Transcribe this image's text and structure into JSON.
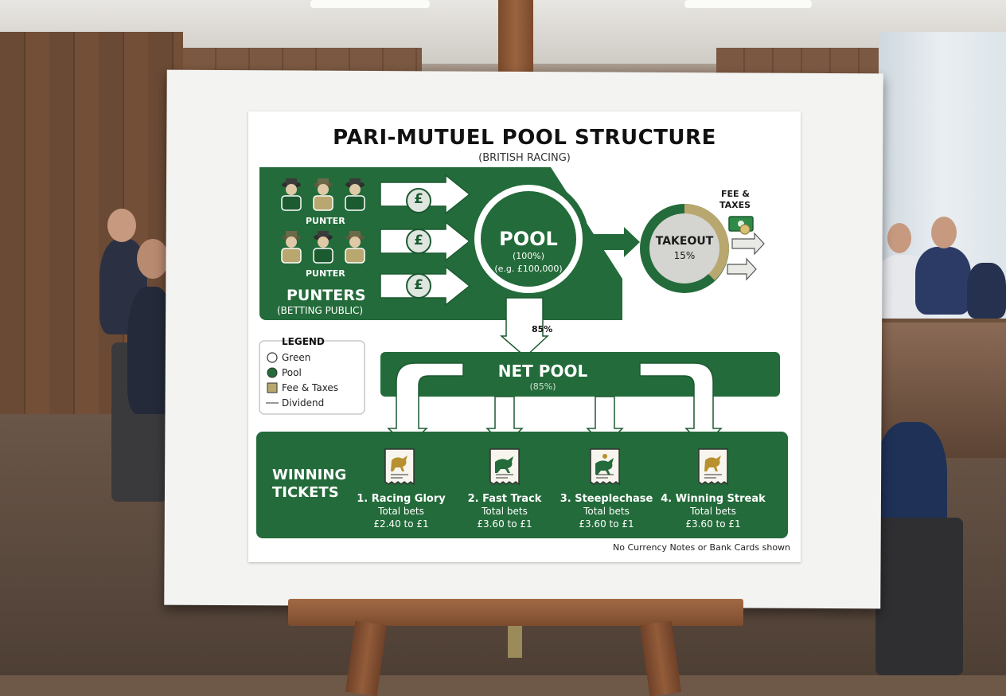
{
  "poster": {
    "title": "PARI-MUTUEL POOL STRUCTURE",
    "subtitle": "(BRITISH RACING)",
    "punters": {
      "label_top": "PUNTER",
      "label_bottom": "PUNTER",
      "heading": "PUNTERS",
      "subheading": "(BETTING PUBLIC)",
      "currency_symbol": "£"
    },
    "pool": {
      "label": "POOL",
      "percent": "(100%)",
      "example": "(e.g. £100,000)"
    },
    "takeout": {
      "label": "TAKEOUT",
      "percent": "15%",
      "fee_label_line1": "FEE &",
      "fee_label_line2": "TAXES"
    },
    "flow_percent": "85%",
    "net_pool": {
      "label": "NET POOL",
      "percent": "(85%)"
    },
    "legend": {
      "title": "LEGEND",
      "items": [
        "Green",
        "Pool",
        "Fee & Taxes",
        "Dividend"
      ]
    },
    "winning": {
      "heading_line1": "WINNING",
      "heading_line2": "TICKETS",
      "tickets": [
        {
          "name": "1. Racing Glory",
          "line1": "Total bets",
          "line2": "£2.40 to £1"
        },
        {
          "name": "2. Fast Track",
          "line1": "Total bets",
          "line2": "£3.60 to £1"
        },
        {
          "name": "3. Steeplechase",
          "line1": "Total bets",
          "line2": "£3.60 to £1"
        },
        {
          "name": "4. Winning Streak",
          "line1": "Total bets",
          "line2": "£3.60 to £1"
        }
      ]
    },
    "footnote": "No Currency Notes or Bank Cards shown"
  },
  "colors": {
    "green": "#236b3a",
    "dark_green": "#1c5a30",
    "khaki": "#b8a76e",
    "pool_ring": "#e9eee9",
    "takeout_fill": "#d4d4d0"
  }
}
